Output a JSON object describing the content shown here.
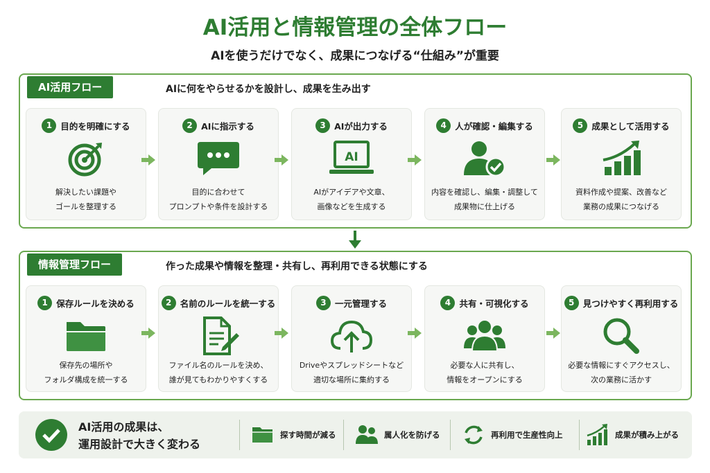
{
  "header": {
    "title": "AI活用と情報管理の全体フロー",
    "subtitle": "AIを使うだけでなく、成果につなげる“仕組み”が重要"
  },
  "ai_flow": {
    "tag": "AI活用フロー",
    "description": "AIに何をやらせるかを設計し、成果を生み出す",
    "steps": [
      {
        "num": "1",
        "title": "目的を明確にする",
        "desc": "解決したい課題や\nゴールを整理する",
        "icon": "target-icon"
      },
      {
        "num": "2",
        "title": "AIに指示する",
        "desc": "目的に合わせて\nプロンプトや条件を設計する",
        "icon": "chat-bubble-icon"
      },
      {
        "num": "3",
        "title": "AIが出力する",
        "desc": "AIがアイデアや文章、\n画像などを生成する",
        "icon": "laptop-ai-icon",
        "icon_text": "AI"
      },
      {
        "num": "4",
        "title": "人が確認・編集する",
        "desc": "内容を確認し、編集・調整して\n成果物に仕上げる",
        "icon": "user-check-icon"
      },
      {
        "num": "5",
        "title": "成果として活用する",
        "desc": "資料作成や提案、改善など\n業務の成果につなげる",
        "icon": "growth-chart-icon"
      }
    ]
  },
  "info_flow": {
    "tag": "情報管理フロー",
    "description": "作った成果や情報を整理・共有し、再利用できる状態にする",
    "steps": [
      {
        "num": "1",
        "title": "保存ルールを決める",
        "desc": "保存先の場所や\nフォルダ構成を統一する",
        "icon": "folder-icon"
      },
      {
        "num": "2",
        "title": "名前のルールを統一する",
        "desc": "ファイル名のルールを決め、\n誰が見てもわかりやすくする",
        "icon": "document-edit-icon"
      },
      {
        "num": "3",
        "title": "一元管理する",
        "desc": "Driveやスプレッドシートなど\n適切な場所に集約する",
        "icon": "cloud-upload-icon"
      },
      {
        "num": "4",
        "title": "共有・可視化する",
        "desc": "必要な人に共有し、\n情報をオープンにする",
        "icon": "team-icon"
      },
      {
        "num": "5",
        "title": "見つけやすく再利用する",
        "desc": "必要な情報にすぐアクセスし、\n次の業務に活かす",
        "icon": "search-icon"
      }
    ]
  },
  "summary": {
    "line1": "AI活用の成果は、",
    "line2": "運用設計で大きく変わる",
    "benefits": [
      {
        "label": "探す時間が減る",
        "icon": "folder-icon"
      },
      {
        "label": "属人化を防げる",
        "icon": "people-icon"
      },
      {
        "label": "再利用で生産性向上",
        "icon": "refresh-icon"
      },
      {
        "label": "成果が積み上がる",
        "icon": "growth-chart-icon"
      }
    ]
  },
  "colors": {
    "accent": "#2e7d32",
    "border": "#6aa84f",
    "arrow": "#7cb65f",
    "card_bg": "#f6f7f5",
    "summary_bg": "#eef2ec"
  }
}
